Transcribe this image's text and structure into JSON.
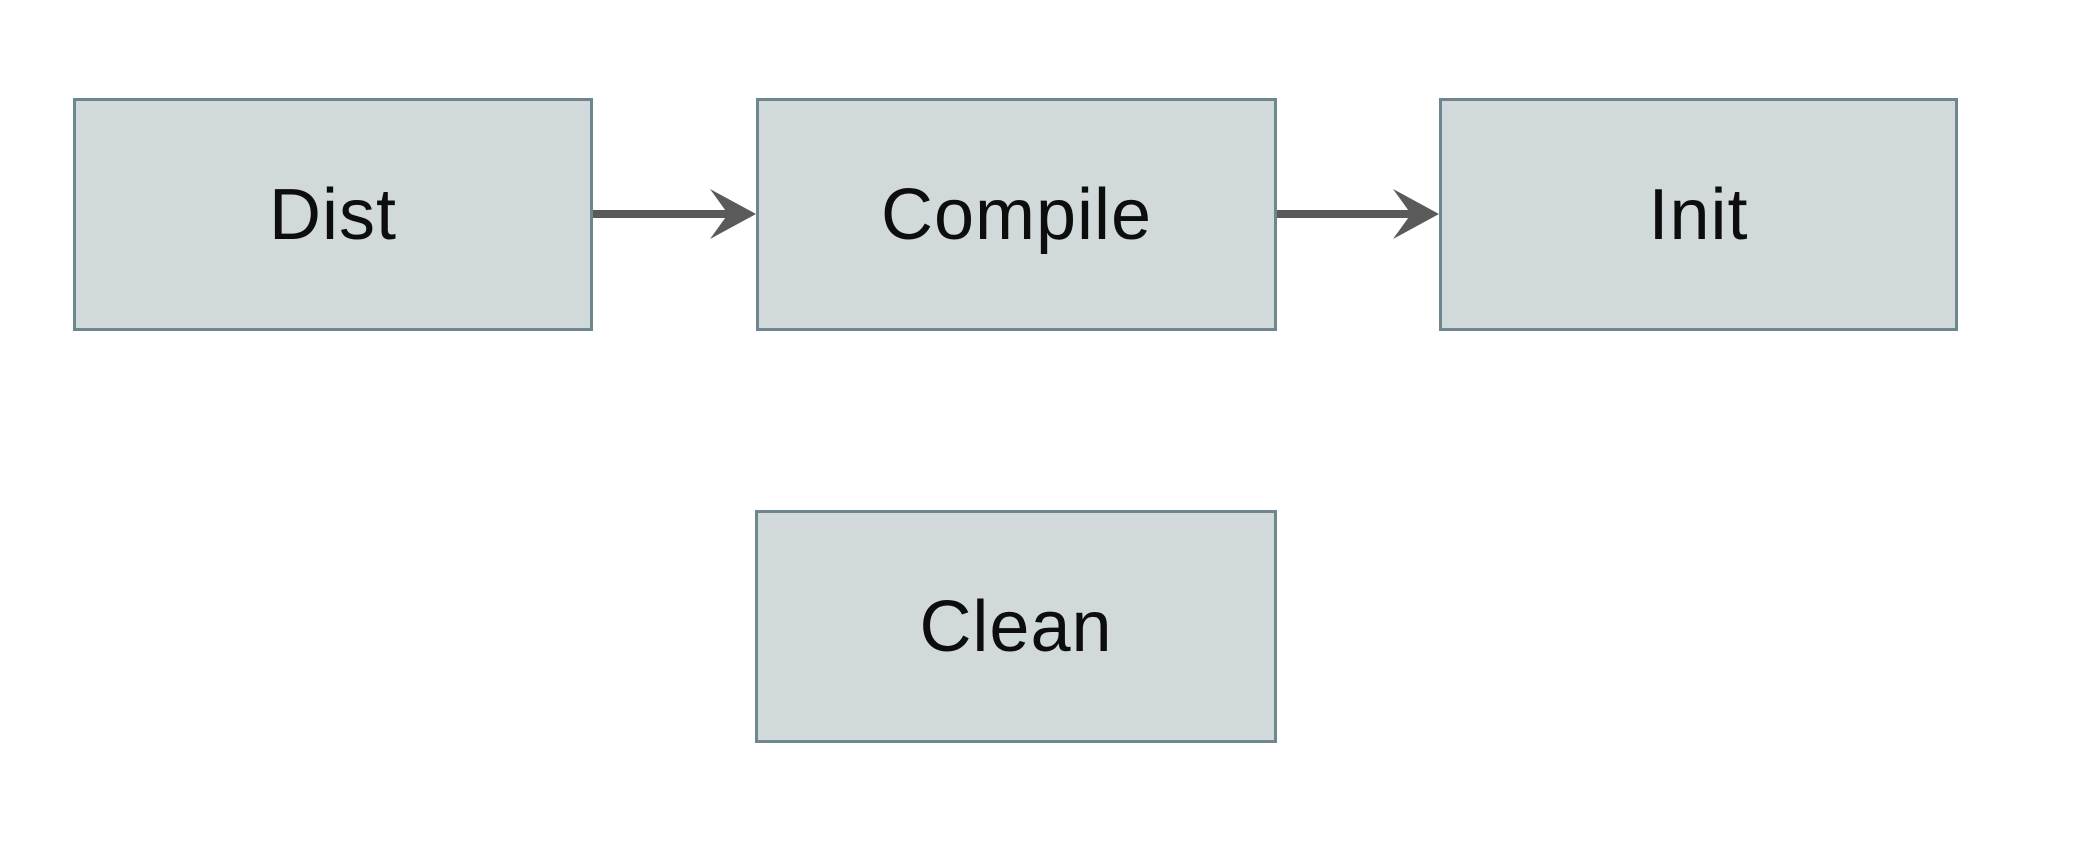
{
  "diagram": {
    "nodes": [
      {
        "id": "dist",
        "label": "Dist"
      },
      {
        "id": "compile",
        "label": "Compile"
      },
      {
        "id": "init",
        "label": "Init"
      },
      {
        "id": "clean",
        "label": "Clean"
      }
    ],
    "edges": [
      {
        "from": "dist",
        "to": "compile",
        "direction": "right"
      },
      {
        "from": "compile",
        "to": "init",
        "direction": "right"
      }
    ],
    "colors": {
      "node_fill": "#d2d9db",
      "node_border": "#6e8690",
      "arrow": "#5a5a5a",
      "text": "#0d0d0d",
      "canvas_background": "#ffffff"
    }
  }
}
